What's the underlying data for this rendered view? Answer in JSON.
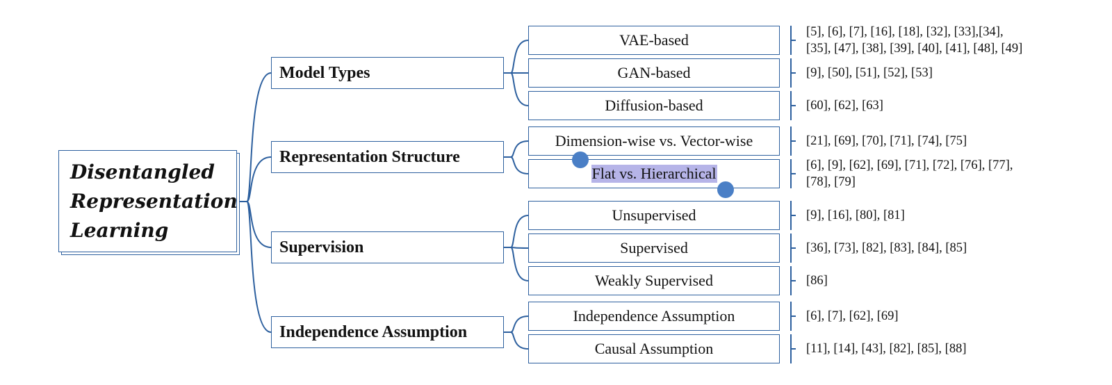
{
  "root": {
    "title_lines": [
      "Disentangled",
      "Representation",
      "Learning"
    ]
  },
  "categories": [
    {
      "label": "Model Types",
      "children": [
        {
          "label": "VAE-based",
          "refs_lines": [
            "[5], [6], [7], [16], [18], [32], [33],[34],",
            "[35], [47], [38], [39], [40], [41], [48], [49]"
          ]
        },
        {
          "label": "GAN-based",
          "refs_lines": [
            "[9], [50], [51], [52], [53]"
          ]
        },
        {
          "label": "Diffusion-based",
          "refs_lines": [
            "[60], [62], [63]"
          ]
        }
      ]
    },
    {
      "label": "Representation Structure",
      "children": [
        {
          "label": "Dimension-wise vs. Vector-wise",
          "refs_lines": [
            "[21], [69], [70], [71], [74], [75]"
          ]
        },
        {
          "label": "Flat vs. Hierarchical",
          "selected": true,
          "refs_lines": [
            "[6], [9], [62], [69], [71], [72], [76], [77],",
            "[78], [79]"
          ]
        }
      ]
    },
    {
      "label": "Supervision",
      "children": [
        {
          "label": "Unsupervised",
          "refs_lines": [
            "[9], [16], [80], [81]"
          ]
        },
        {
          "label": "Supervised",
          "refs_lines": [
            "[36], [73], [82], [83], [84], [85]"
          ]
        },
        {
          "label": "Weakly Supervised",
          "refs_lines": [
            "[86]"
          ]
        }
      ]
    },
    {
      "label": "Independence Assumption",
      "children": [
        {
          "label": "Independence Assumption",
          "refs_lines": [
            "[6], [7], [62], [69]"
          ]
        },
        {
          "label": "Causal Assumption",
          "refs_lines": [
            "[11], [14], [43], [82], [85], [88]"
          ]
        }
      ]
    }
  ],
  "colors": {
    "line": "#2c5f9e",
    "selection_highlight": "#b6b4e8",
    "selection_handle": "#4a7fc6"
  }
}
